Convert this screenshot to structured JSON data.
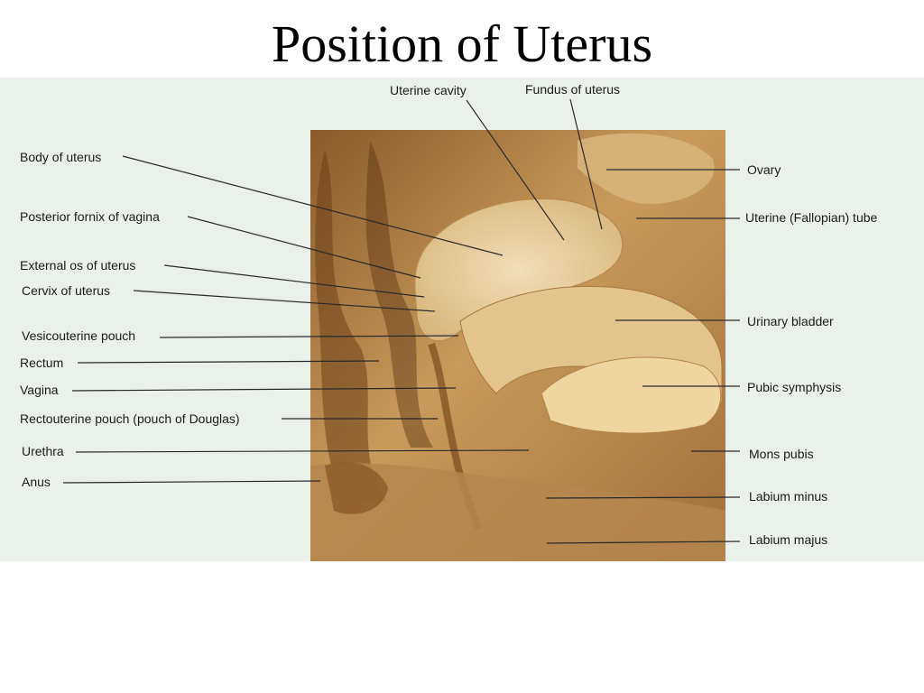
{
  "title": "Position of Uterus",
  "colors": {
    "panel_bg": "#eaf1ea",
    "tissue_dark": "#7a4a1e",
    "tissue_mid": "#c99a5b",
    "tissue_light": "#e9d4a7",
    "line": "#2a2a2a"
  },
  "labels": {
    "uterine_cavity": "Uterine cavity",
    "fundus_of_uterus": "Fundus of uterus",
    "body_of_uterus": "Body of uterus",
    "posterior_fornix": "Posterior fornix of vagina",
    "external_os": "External os of uterus",
    "cervix": "Cervix of uterus",
    "vesicouterine_pouch": "Vesicouterine pouch",
    "rectum": "Rectum",
    "vagina": "Vagina",
    "rectouterine_pouch": "Rectouterine pouch (pouch of Douglas)",
    "urethra": "Urethra",
    "anus": "Anus",
    "ovary": "Ovary",
    "uterine_tube": "Uterine (Fallopian) tube",
    "urinary_bladder": "Urinary bladder",
    "pubic_symphysis": "Pubic symphysis",
    "mons_pubis": "Mons pubis",
    "labium_minus": "Labium minus",
    "labium_majus": "Labium majus"
  }
}
